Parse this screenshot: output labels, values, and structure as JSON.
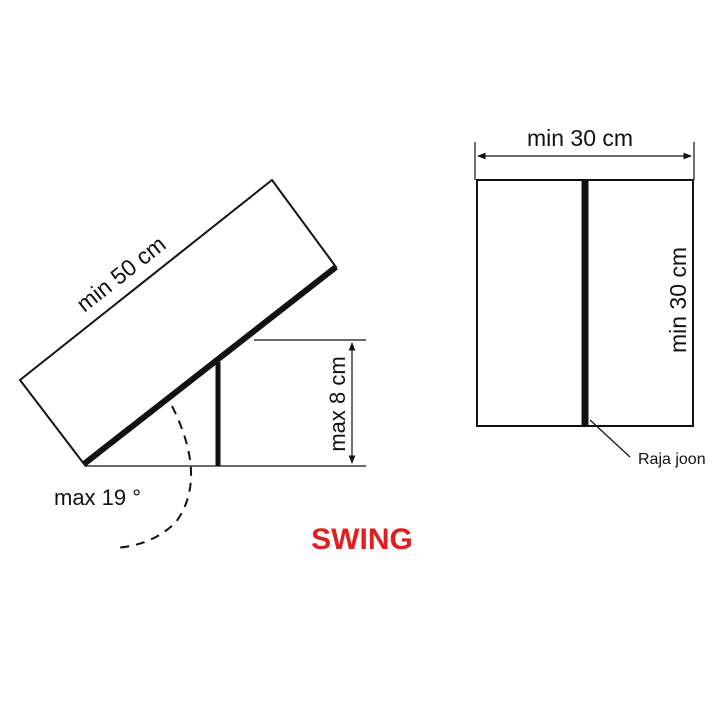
{
  "colors": {
    "line": "#111111",
    "accent": "#e02020",
    "background": "#ffffff"
  },
  "side_view": {
    "length_label": "min 50 cm",
    "height_label": "max 8 cm",
    "angle_label": "max 19 °"
  },
  "top_view": {
    "width_label": "min 30 cm",
    "depth_label": "min 30 cm",
    "seam_label": "Raja joon"
  },
  "caption": {
    "title": "SWING"
  }
}
